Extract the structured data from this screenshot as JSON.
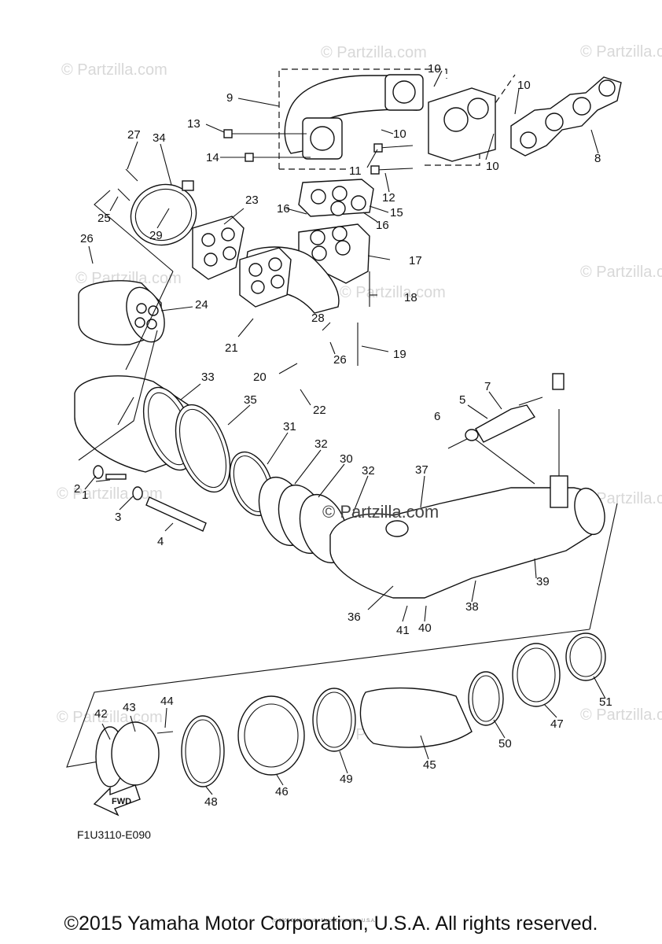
{
  "watermark": "© Partzilla.com",
  "watermark_center": "© Partzilla.com",
  "diagram_code": "F1U3110-E090",
  "fwd_label": "FWD",
  "small_copyright": "(c) 2005-2016 Yamaha Motor Corporation, U.S.A.",
  "copyright": "©2015 Yamaha Motor Corporation, U.S.A. All rights reserved.",
  "labels": {
    "p1": "1",
    "p2": "2",
    "p3": "3",
    "p4": "4",
    "p5": "5",
    "p6": "6",
    "p7": "7",
    "p8": "8",
    "p9": "9",
    "p10": "10",
    "p11": "11",
    "p12": "12",
    "p13": "13",
    "p14": "14",
    "p15": "15",
    "p16": "16",
    "p17": "17",
    "p18": "18",
    "p19": "19",
    "p20": "20",
    "p21": "21",
    "p22": "22",
    "p23": "23",
    "p24": "24",
    "p25": "25",
    "p26": "26",
    "p27": "27",
    "p28": "28",
    "p29": "29",
    "p30": "30",
    "p31": "31",
    "p32": "32",
    "p33": "33",
    "p34": "34",
    "p35": "35",
    "p36": "36",
    "p37": "37",
    "p38": "38",
    "p39": "39",
    "p40": "40",
    "p41": "41",
    "p42": "42",
    "p43": "43",
    "p44": "44",
    "p45": "45",
    "p46": "46",
    "p47": "47",
    "p48": "48",
    "p49": "49",
    "p50": "50",
    "p51": "51"
  }
}
